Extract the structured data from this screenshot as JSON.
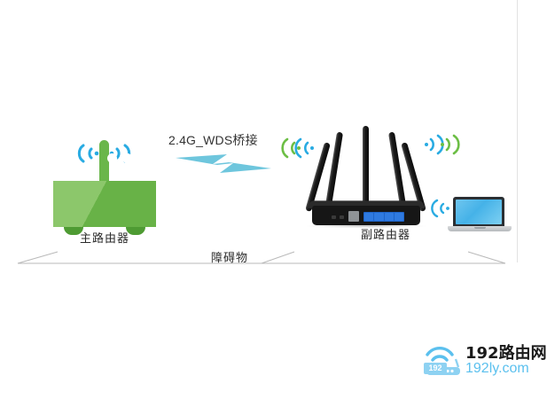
{
  "diagram": {
    "title_visible": false,
    "background_color": "#ffffff",
    "main_router": {
      "label": "主路由器",
      "body_color": "#68b247",
      "highlight_color": "#8cc76b",
      "foot_color": "#4e9b33",
      "antenna_color": "#6ab64a",
      "led_count": 3,
      "led_color": "#ffffff",
      "antenna_count": 1,
      "wifi_left": {
        "icon": "wifi-waves-left-icon",
        "color": "#29abe2",
        "arcs": 2
      },
      "wifi_right": {
        "icon": "wifi-waves-right-icon",
        "color": "#29abe2",
        "arcs": 2
      }
    },
    "link": {
      "label": "2.4G_WDS桥接",
      "label_color": "#333333",
      "bolt_icon": "lightning-bolt-icon",
      "bolt_color": "#6ec6dd"
    },
    "secondary_router": {
      "label": "副路由器",
      "body_color": "#161616",
      "antenna_count": 5,
      "lan_port_count": 4,
      "lan_port_color": "#2f7ae0",
      "wan_port_color": "#8f9396",
      "wifi_left_inner": {
        "icon": "wifi-waves-left-icon",
        "color": "#29abe2",
        "arcs": 2
      },
      "wifi_left_outer": {
        "icon": "wifi-waves-left-icon",
        "color": "#6cbe45",
        "arcs": 2
      },
      "wifi_right_inner": {
        "icon": "wifi-waves-right-icon",
        "color": "#29abe2",
        "arcs": 2
      },
      "wifi_right_outer": {
        "icon": "wifi-waves-right-icon",
        "color": "#6cbe45",
        "arcs": 2
      }
    },
    "client": {
      "device": "laptop",
      "icon": "laptop-icon",
      "screen_color": "#45b2e8",
      "base_color": "#b6babd",
      "wifi_left": {
        "icon": "wifi-waves-left-icon",
        "color": "#29abe2",
        "arcs": 2
      }
    },
    "obstacle": {
      "label": "障碍物",
      "label_color": "#2b2b2b",
      "line_color": "#b9b9b9"
    }
  },
  "watermark": {
    "icon": "wifi-router-logo-icon",
    "badge_text": "192",
    "site_name": "192路由网",
    "site_url": "192ly.com",
    "name_color": "#1a1a1a",
    "url_color": "#5bc0ee",
    "icon_color": "#8ed2f2"
  }
}
